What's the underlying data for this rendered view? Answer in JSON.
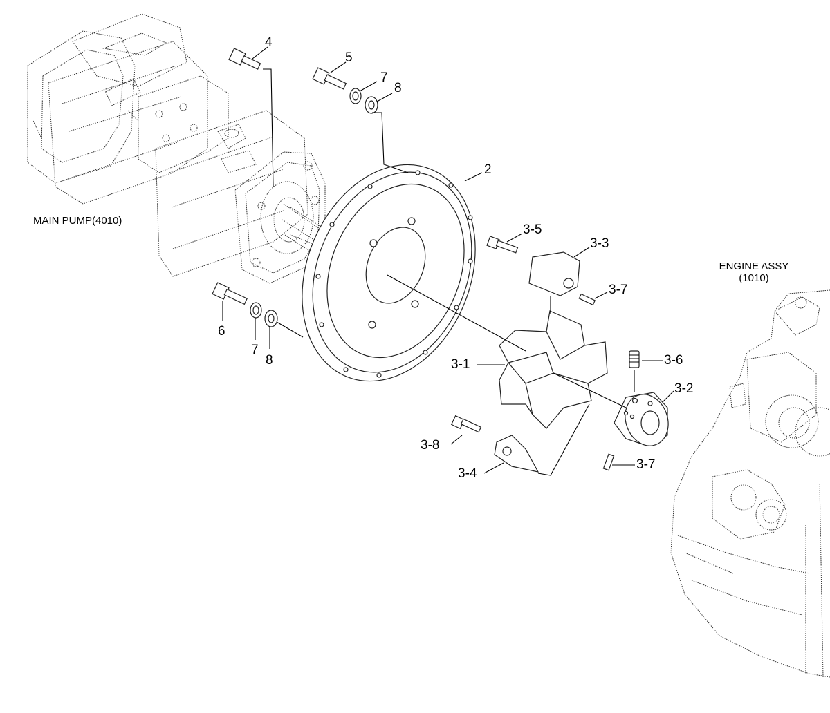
{
  "assemblies": {
    "main_pump": "MAIN PUMP(4010)",
    "engine_line1": "ENGINE ASSY",
    "engine_line2": "(1010)"
  },
  "callouts": {
    "p2": "2",
    "p3_1": "3-1",
    "p3_2": "3-2",
    "p3_3": "3-3",
    "p3_4": "3-4",
    "p3_5": "3-5",
    "p3_6": "3-6",
    "p3_7a": "3-7",
    "p3_7b": "3-7",
    "p3_8": "3-8",
    "p4": "4",
    "p5": "5",
    "p6": "6",
    "p7a": "7",
    "p7b": "7",
    "p8a": "8",
    "p8b": "8"
  }
}
